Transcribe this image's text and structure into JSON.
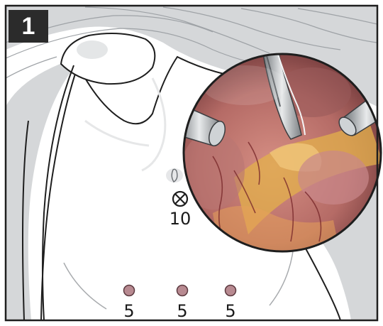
{
  "figure": {
    "step_number": "1",
    "ports": {
      "camera": {
        "label": "10",
        "icon": "x-circle-icon"
      },
      "lower": [
        {
          "label": "5"
        },
        {
          "label": "5"
        },
        {
          "label": "5"
        }
      ]
    },
    "colors": {
      "background": "#ffffff",
      "skin_gray": "#d5d7d9",
      "fold_gray": "#ececed",
      "outline": "#1e1e1e",
      "port_marker": "#b88a91",
      "badge": "#2b2b2b",
      "tissue": "#c07e78",
      "fat": "#e3b04b"
    },
    "inset": {
      "description_icon": "laparoscopic-view-inset"
    }
  }
}
